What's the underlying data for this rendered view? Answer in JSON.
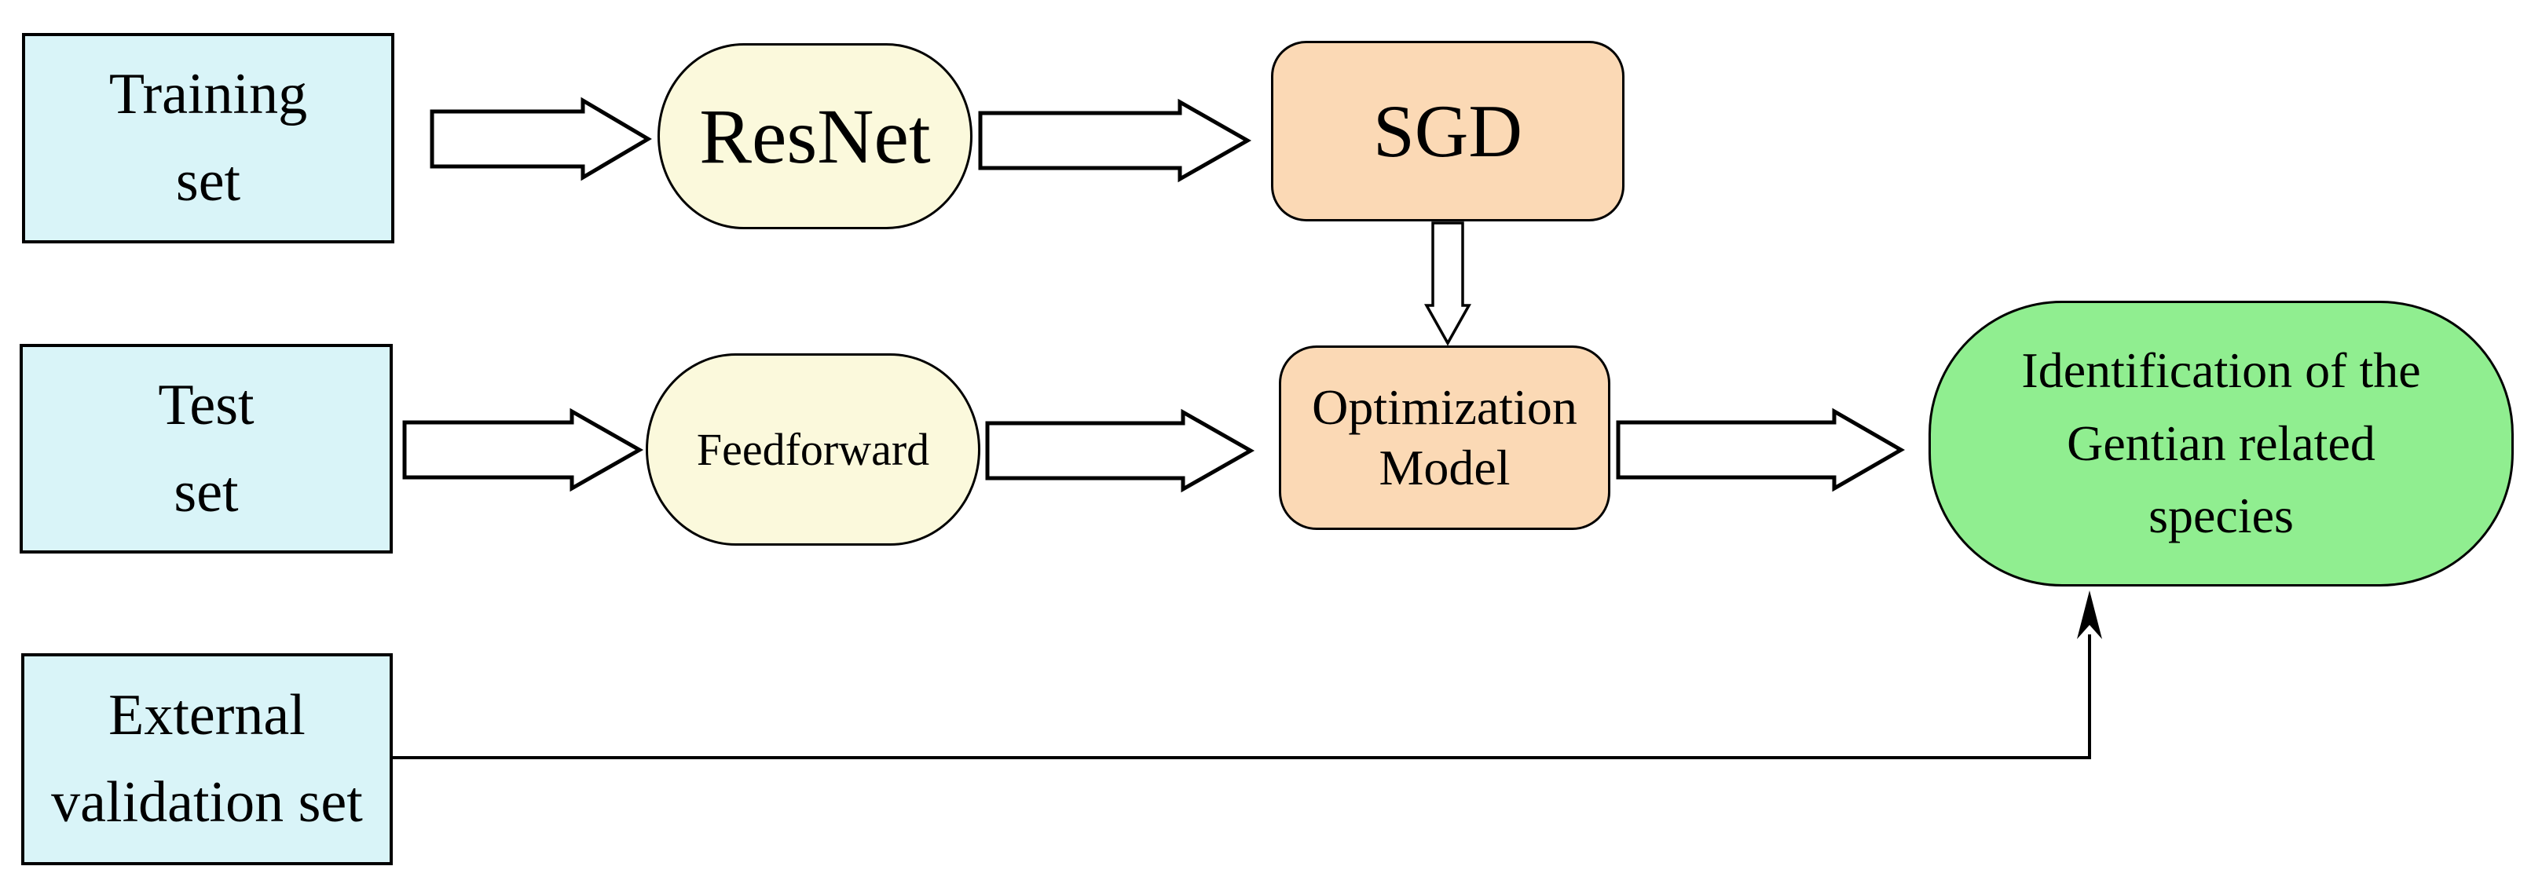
{
  "diagram": {
    "nodes": {
      "training": {
        "line1": "Training",
        "line2": "set"
      },
      "test": {
        "line1": "Test",
        "line2": "set"
      },
      "external": {
        "line1": "External",
        "line2": "validation set"
      },
      "resnet": {
        "label": "ResNet"
      },
      "feedforward": {
        "label": "Feedforward"
      },
      "sgd": {
        "label": "SGD"
      },
      "optimization": {
        "line1": "Optimization",
        "line2": "Model"
      },
      "result": {
        "line1": "Identification of the",
        "line2": "Gentian related",
        "line3": "species"
      }
    },
    "edges": [
      {
        "from": "Training set",
        "to": "ResNet",
        "style": "block-arrow"
      },
      {
        "from": "ResNet",
        "to": "SGD",
        "style": "block-arrow"
      },
      {
        "from": "SGD",
        "to": "Optimization Model",
        "style": "block-arrow-down"
      },
      {
        "from": "Test set",
        "to": "Feedforward",
        "style": "block-arrow"
      },
      {
        "from": "Feedforward",
        "to": "Optimization Model",
        "style": "block-arrow"
      },
      {
        "from": "Optimization Model",
        "to": "Identification of the Gentian related species",
        "style": "block-arrow"
      },
      {
        "from": "External validation set",
        "to": "Identification of the Gentian related species",
        "style": "thin-elbow-arrow"
      }
    ],
    "colors": {
      "dataset_fill": "#D9F4F8",
      "process_fill": "#FBF9DC",
      "optimizer_fill": "#FBD9B5",
      "result_fill": "#90EE90",
      "stroke": "#000000",
      "arrow_fill": "#FFFFFF",
      "background": "#FFFFFF"
    }
  }
}
